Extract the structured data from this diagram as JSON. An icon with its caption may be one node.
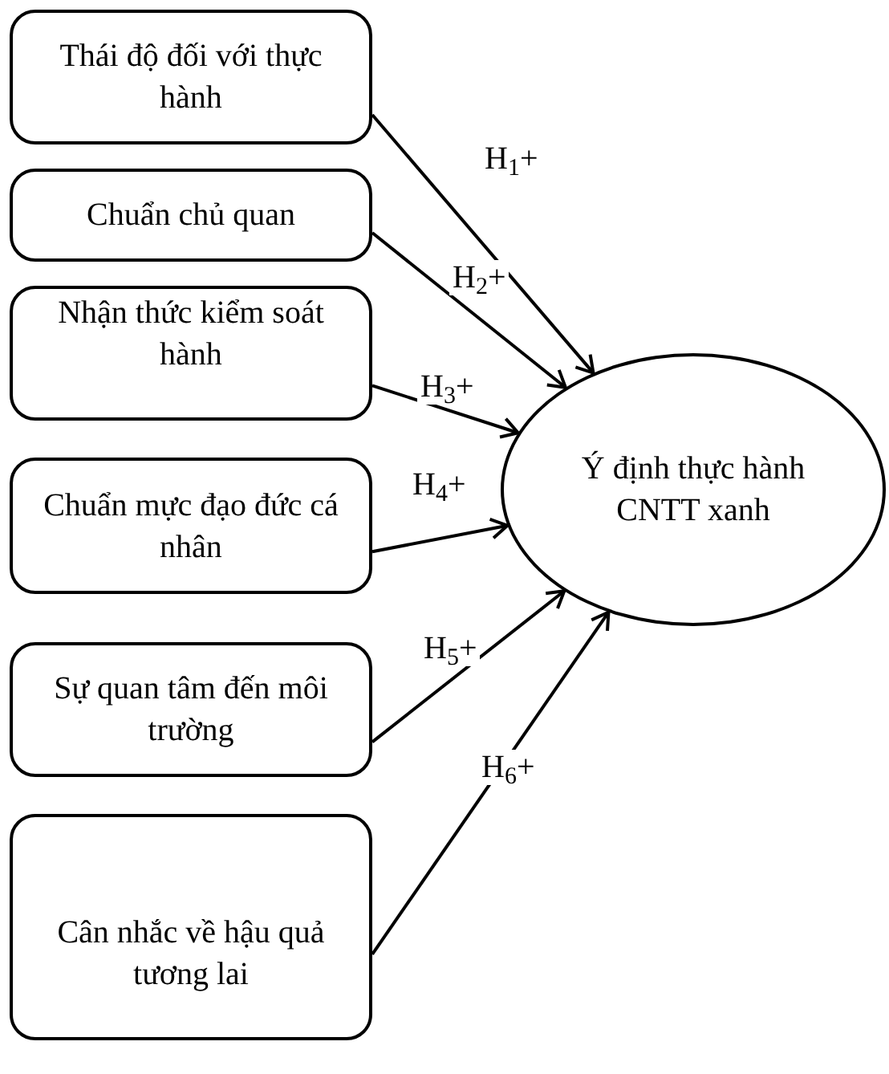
{
  "diagram": {
    "nodes": [
      {
        "text": [
          "Thái độ đối với thực hành"
        ]
      },
      {
        "text": [
          "Chuẩn chủ quan"
        ]
      },
      {
        "text": [
          "Nhận thức kiểm soát hành"
        ]
      },
      {
        "text": [
          "Chuẩn mực đạo đức cá nhân"
        ]
      },
      {
        "text": [
          "Sự quan tâm đến môi trường"
        ]
      },
      {
        "text": [
          "Cân nhắc về hậu quả tương lai"
        ]
      },
      {
        "text": [
          "Ý định thực hành CNTT xanh"
        ]
      }
    ],
    "edges": [
      {
        "from": 0,
        "to": 6,
        "arrow": "to",
        "label": "H$_{1}$+"
      },
      {
        "from": 1,
        "to": 6,
        "arrow": "to",
        "label": "H$_{2}$+"
      },
      {
        "from": 2,
        "to": 6,
        "arrow": "to",
        "label": "H$_{3}$+"
      },
      {
        "from": 3,
        "to": 6,
        "arrow": "to",
        "label": "H$_{4}$+"
      },
      {
        "from": 4,
        "to": 6,
        "arrow": "to",
        "label": "H$_{5}$+"
      },
      {
        "from": 5,
        "to": 6,
        "arrow": "to",
        "label": "H$_{6}$+"
      }
    ]
  }
}
